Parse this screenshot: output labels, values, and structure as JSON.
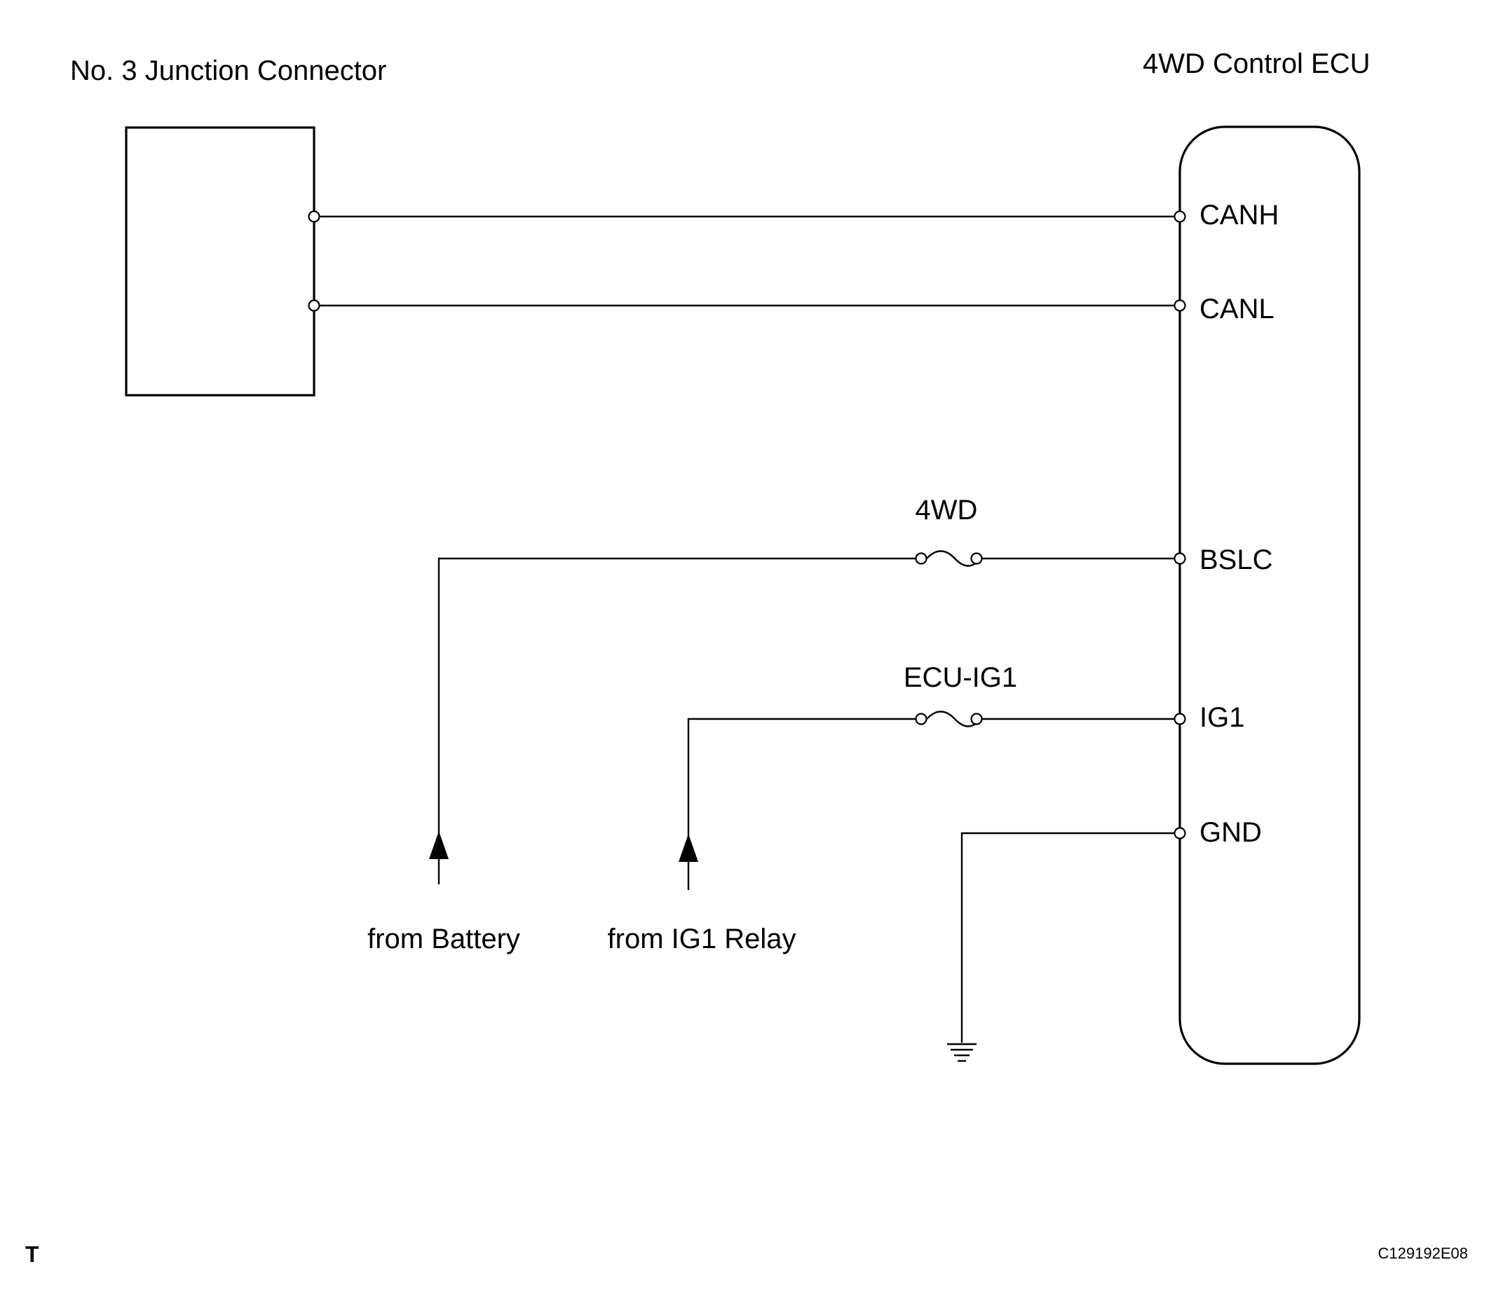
{
  "components": {
    "junction_connector": {
      "label": "No. 3 Junction Connector"
    },
    "ecu": {
      "label": "4WD Control ECU"
    }
  },
  "pins": {
    "canh": "CANH",
    "canl": "CANL",
    "bslc": "BSLC",
    "ig1": "IG1",
    "gnd": "GND"
  },
  "fuses": {
    "fuse_4wd": "4WD",
    "fuse_ecu_ig1": "ECU-IG1"
  },
  "sources": {
    "battery": "from Battery",
    "ig1_relay": "from IG1 Relay"
  },
  "footer": {
    "corner_mark": "T",
    "figure_code": "C129192E08"
  }
}
